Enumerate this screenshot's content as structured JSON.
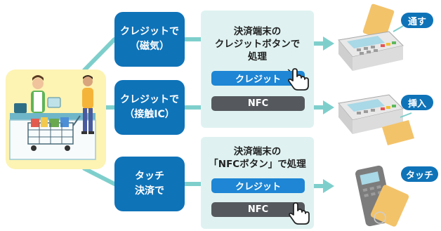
{
  "methods": [
    {
      "line1": "クレジットで",
      "line2": "（磁気）"
    },
    {
      "line1": "クレジットで",
      "line2": "（接触IC）"
    },
    {
      "line1": "タッチ",
      "line2": "決済で"
    }
  ],
  "panel_top": {
    "title_lines": [
      "決済端末の",
      "クレジットボタンで",
      "処理"
    ],
    "button_credit": "クレジット",
    "button_nfc": "NFC"
  },
  "panel_bottom": {
    "title_lines": [
      "決済端末の",
      "「NFCボタン」で処理"
    ],
    "button_credit": "クレジット",
    "button_nfc": "NFC"
  },
  "actions": {
    "swipe": "通す",
    "insert": "挿入",
    "touch": "タッチ"
  },
  "colors": {
    "method_blue": "#0f73b8",
    "panel_bg": "#dff2f1",
    "connector_teal": "#7ecfcc",
    "button_blue": "#1e86d4",
    "button_gray": "#55595d",
    "scene_bg": "#fdf3b3"
  }
}
